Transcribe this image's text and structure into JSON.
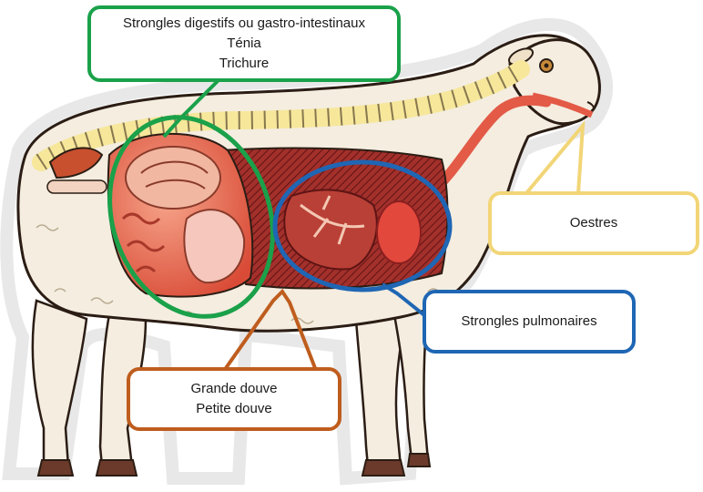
{
  "colors": {
    "digestive": "#1aa14a",
    "lung": "#1f66b4",
    "liver": "#bf5d1e",
    "oestres": "#f2d577",
    "body": "#f4ede0",
    "outline": "#2b1d14",
    "spine": "#f7e79a",
    "organs": "#e35a46",
    "lungs": "#9e2a2a"
  },
  "callouts": {
    "digestive": {
      "lines": [
        "Strongles digestifs ou gastro-intestinaux",
        "Ténia",
        "Trichure"
      ],
      "color": "#1aa14a"
    },
    "lung": {
      "lines": [
        "Strongles pulmonaires"
      ],
      "color": "#1f66b4"
    },
    "liver": {
      "lines": [
        "Grande douve",
        "Petite douve"
      ],
      "color": "#bf5d1e"
    },
    "oestres": {
      "lines": [
        "Oestres"
      ],
      "color": "#f2d577"
    }
  }
}
